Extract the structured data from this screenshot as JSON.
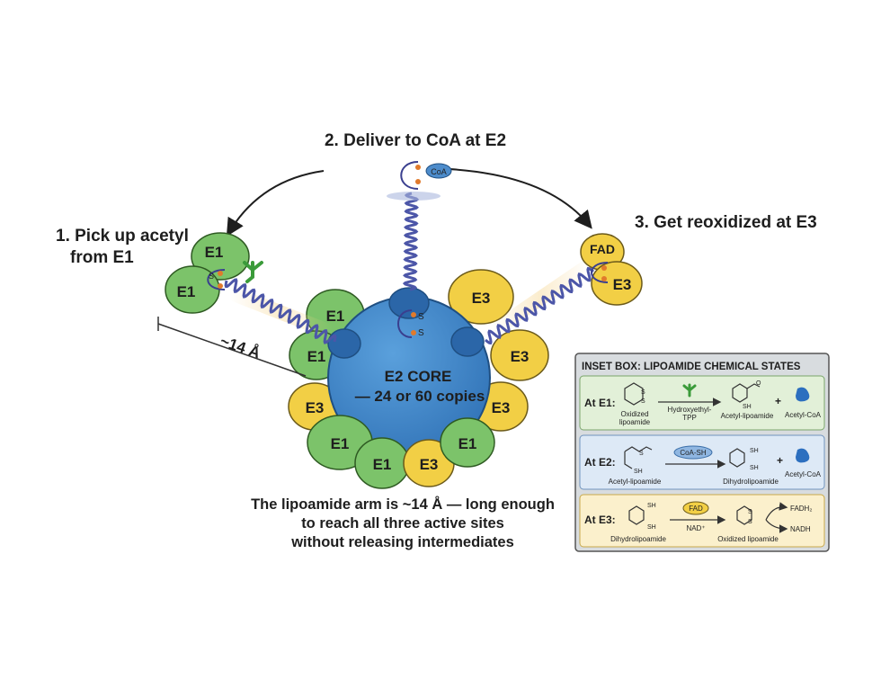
{
  "steps": {
    "step1_line1": "1. Pick up acetyl",
    "step1_line2": "from E1",
    "step2": "2. Deliver to CoA at E2",
    "step3": "3. Get reoxidized at E3"
  },
  "core": {
    "title": "E2 CORE",
    "copies": "— 24 or 60 copies"
  },
  "subunits": {
    "e1": "E1",
    "e3": "E3",
    "fad": "FAD",
    "coa": "CoA",
    "sulfur": "S"
  },
  "measure": {
    "label": "~14 Å"
  },
  "caption": {
    "line1": "The lipoamide arm is ~14 Å — long enough",
    "line2": "to reach all three active sites",
    "line3": "without releasing intermediates"
  },
  "inset": {
    "title": "INSET BOX: LIPOAMIDE CHEMICAL STATES",
    "rows": [
      {
        "label": "At E1:",
        "left_name_1": "Oxidized",
        "left_name_2": "lipoamide",
        "arrow_label_1": "Hydroxyethyl-",
        "arrow_label_2": "TPP",
        "right_name": "Acetyl-lipoamide",
        "product": "Acetyl-CoA",
        "plus": "+",
        "sh": "SH",
        "s": "S",
        "o": "O"
      },
      {
        "label": "At E2:",
        "left_name": "Acetyl-lipoamide",
        "reagent": "CoA-SH",
        "right_name": "Dihydrolipoamide",
        "product": "Acetyl-CoA",
        "plus": "+",
        "sh": "SH",
        "s": "S"
      },
      {
        "label": "At E3:",
        "left_name": "Dihydrolipoamide",
        "reagent": "FAD",
        "arrow_label": "NAD⁺",
        "right_name": "Oxidized lipoamide",
        "out1": "FADH₂",
        "out2": "NADH",
        "sh": "SH",
        "s": "S"
      }
    ]
  },
  "colors": {
    "core": "#3f86c9",
    "e1": "#7cc36a",
    "e3": "#f2cf45",
    "arm": "#4c56a8",
    "sulfur": "#e07a2c",
    "row1_bg": "#e2f0d8",
    "row2_bg": "#dde9f6",
    "row3_bg": "#fbf0cc"
  }
}
